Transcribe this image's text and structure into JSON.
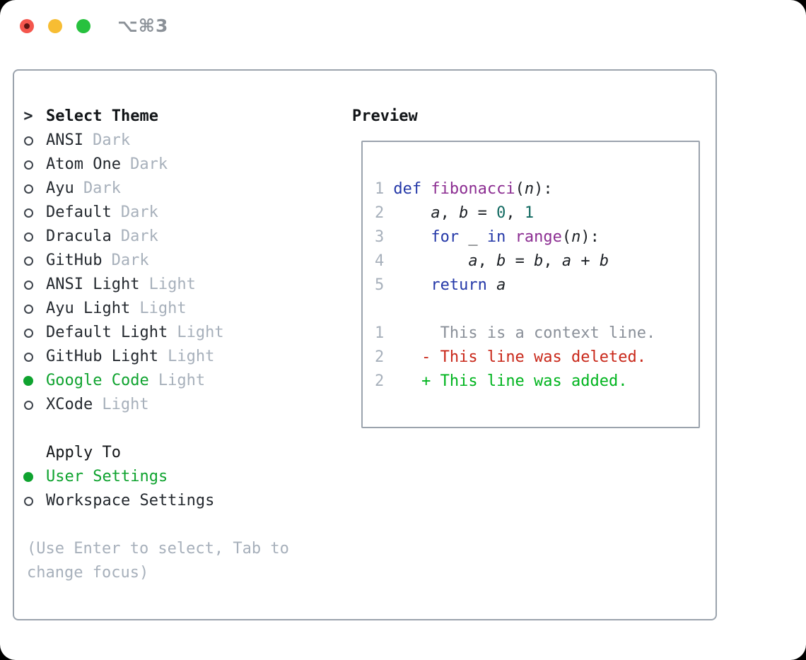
{
  "window": {
    "title": "⌥⌘3"
  },
  "colors": {
    "text": "#24292f",
    "muted": "#a7b0bb",
    "border": "#9ba3ad",
    "green": "#0fa32f",
    "ring": "#3e444c",
    "line_number": "#a7b0bb",
    "title_gray": "#8b9198",
    "traffic_red": "#f4564d",
    "traffic_red_dot": "#5e1512",
    "traffic_yellow": "#f7bd33",
    "traffic_green": "#27c13e",
    "syntax_keyword": "#2438a8",
    "syntax_function": "#8c2e92",
    "syntax_number": "#116960",
    "syntax_plain": "#1d2126",
    "diff_context": "#8a9099",
    "diff_deleted": "#c9281a",
    "diff_added": "#00b41e"
  },
  "panel": {
    "theme_selector": {
      "header_marker": ">",
      "header": "Select Theme",
      "items": [
        {
          "name": "ANSI",
          "variant": "Dark",
          "selected": false
        },
        {
          "name": "Atom One",
          "variant": "Dark",
          "selected": false
        },
        {
          "name": "Ayu",
          "variant": "Dark",
          "selected": false
        },
        {
          "name": "Default",
          "variant": "Dark",
          "selected": false
        },
        {
          "name": "Dracula",
          "variant": "Dark",
          "selected": false
        },
        {
          "name": "GitHub",
          "variant": "Dark",
          "selected": false
        },
        {
          "name": "ANSI Light",
          "variant": "Light",
          "selected": false
        },
        {
          "name": "Ayu Light",
          "variant": "Light",
          "selected": false
        },
        {
          "name": "Default Light",
          "variant": "Light",
          "selected": false
        },
        {
          "name": "GitHub Light",
          "variant": "Light",
          "selected": false
        },
        {
          "name": "Google Code",
          "variant": "Light",
          "selected": true
        },
        {
          "name": "XCode",
          "variant": "Light",
          "selected": false
        }
      ]
    },
    "apply_to": {
      "header": "Apply To",
      "options": [
        {
          "label": "User Settings",
          "selected": true
        },
        {
          "label": "Workspace Settings",
          "selected": false
        }
      ]
    },
    "hint": "(Use Enter to select, Tab to change focus)",
    "preview": {
      "header": "Preview",
      "code_lines": [
        {
          "num": "1",
          "tokens": [
            {
              "c": "kw",
              "t": "def"
            },
            {
              "c": "pl",
              "t": " "
            },
            {
              "c": "fn",
              "t": "fibonacci"
            },
            {
              "c": "pl",
              "t": "("
            },
            {
              "c": "va",
              "t": "n"
            },
            {
              "c": "pl",
              "t": "):"
            }
          ]
        },
        {
          "num": "2",
          "tokens": [
            {
              "c": "pl",
              "t": "    "
            },
            {
              "c": "va",
              "t": "a"
            },
            {
              "c": "pl",
              "t": ", "
            },
            {
              "c": "va",
              "t": "b"
            },
            {
              "c": "pl",
              "t": " = "
            },
            {
              "c": "nu",
              "t": "0"
            },
            {
              "c": "pl",
              "t": ", "
            },
            {
              "c": "nu",
              "t": "1"
            }
          ]
        },
        {
          "num": "3",
          "tokens": [
            {
              "c": "pl",
              "t": "    "
            },
            {
              "c": "kw",
              "t": "for"
            },
            {
              "c": "pl",
              "t": " "
            },
            {
              "c": "va",
              "t": "_"
            },
            {
              "c": "pl",
              "t": " "
            },
            {
              "c": "kw",
              "t": "in"
            },
            {
              "c": "pl",
              "t": " "
            },
            {
              "c": "fn",
              "t": "range"
            },
            {
              "c": "pl",
              "t": "("
            },
            {
              "c": "va",
              "t": "n"
            },
            {
              "c": "pl",
              "t": "):"
            }
          ]
        },
        {
          "num": "4",
          "tokens": [
            {
              "c": "pl",
              "t": "        "
            },
            {
              "c": "va",
              "t": "a"
            },
            {
              "c": "pl",
              "t": ", "
            },
            {
              "c": "va",
              "t": "b"
            },
            {
              "c": "pl",
              "t": " = "
            },
            {
              "c": "va",
              "t": "b"
            },
            {
              "c": "pl",
              "t": ", "
            },
            {
              "c": "va",
              "t": "a"
            },
            {
              "c": "pl",
              "t": " + "
            },
            {
              "c": "va",
              "t": "b"
            }
          ]
        },
        {
          "num": "5",
          "tokens": [
            {
              "c": "pl",
              "t": "    "
            },
            {
              "c": "kw",
              "t": "return"
            },
            {
              "c": "pl",
              "t": " "
            },
            {
              "c": "va",
              "t": "a"
            }
          ]
        }
      ],
      "diff_lines": [
        {
          "num": "1",
          "kind": "context",
          "text": "     This is a context line."
        },
        {
          "num": "2",
          "kind": "deleted",
          "text": "   - This line was deleted."
        },
        {
          "num": "2",
          "kind": "added",
          "text": "   + This line was added."
        }
      ]
    }
  }
}
